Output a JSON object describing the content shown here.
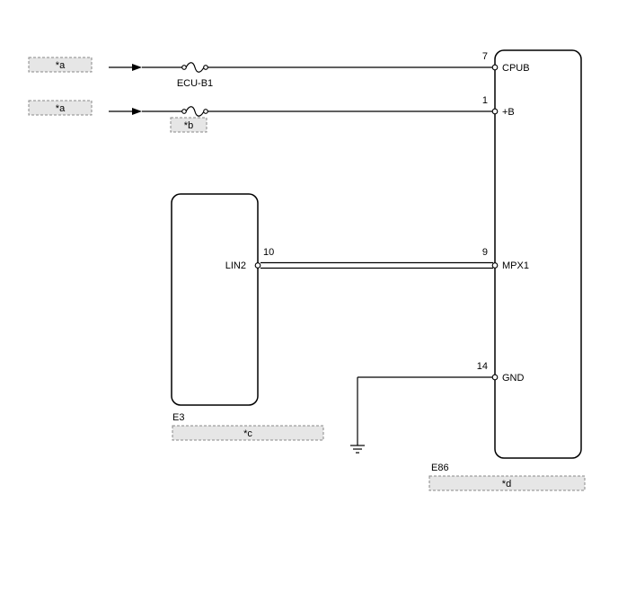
{
  "labels": {
    "a_top": "*a",
    "a_bottom": "*a",
    "b": "*b",
    "c": "*c",
    "d": "*d",
    "fuse_name": "ECU-B1"
  },
  "ecu_e86": {
    "name": "E86",
    "pins": [
      {
        "num": "7",
        "name": "CPUB"
      },
      {
        "num": "1",
        "name": "+B"
      },
      {
        "num": "9",
        "name": "MPX1"
      },
      {
        "num": "14",
        "name": "GND"
      }
    ]
  },
  "ecu_e3": {
    "name": "E3",
    "pins": [
      {
        "num": "10",
        "name": "LIN2"
      }
    ]
  }
}
